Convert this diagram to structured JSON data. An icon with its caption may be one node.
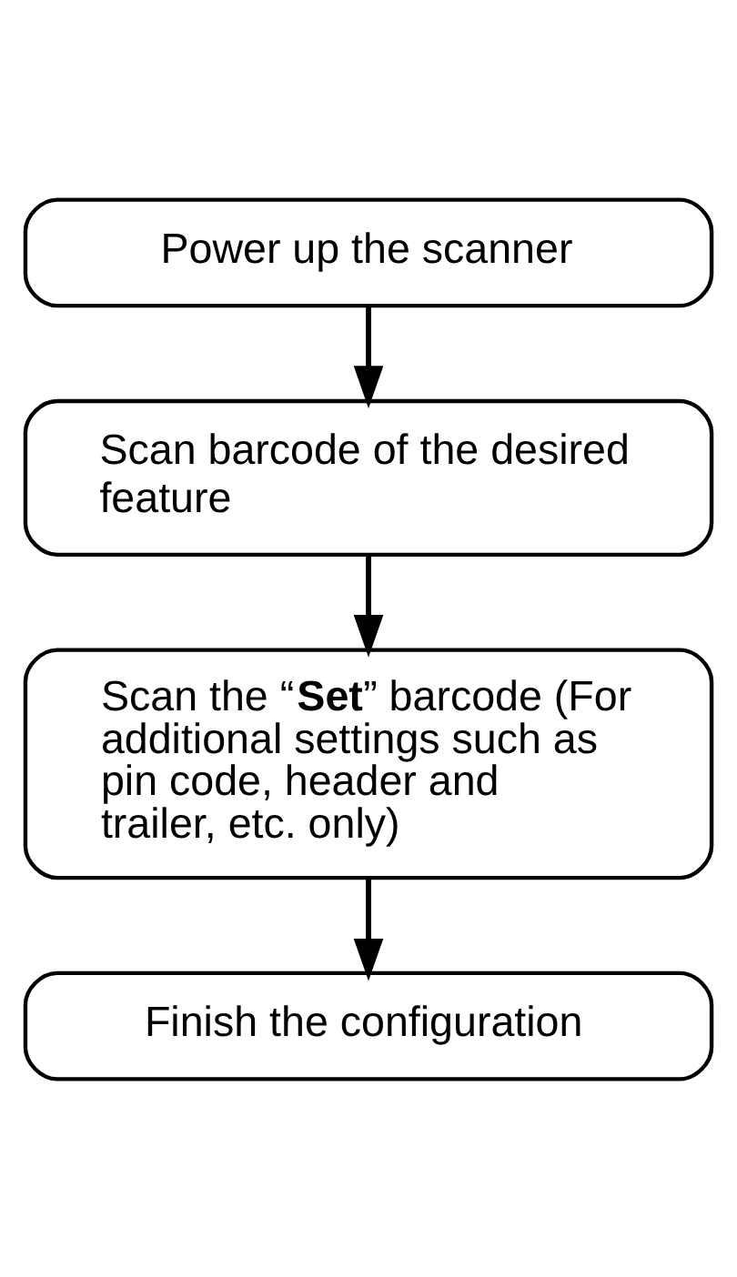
{
  "diagram": {
    "nodes": [
      {
        "text": [
          "Power up the scanner"
        ]
      },
      {
        "text": [
          "Scan barcode of the desired feature"
        ]
      },
      {
        "text": [
          "Scan the “**Set**” barcode (For additional settings such as pin code, header and trailer, etc. only)"
        ]
      },
      {
        "text": [
          "Finish the configuration"
        ]
      }
    ],
    "edges": [
      {
        "from": 0,
        "to": 1,
        "arrow": "to"
      },
      {
        "from": 1,
        "to": 2,
        "arrow": "to"
      },
      {
        "from": 2,
        "to": 3,
        "arrow": "to"
      }
    ]
  }
}
